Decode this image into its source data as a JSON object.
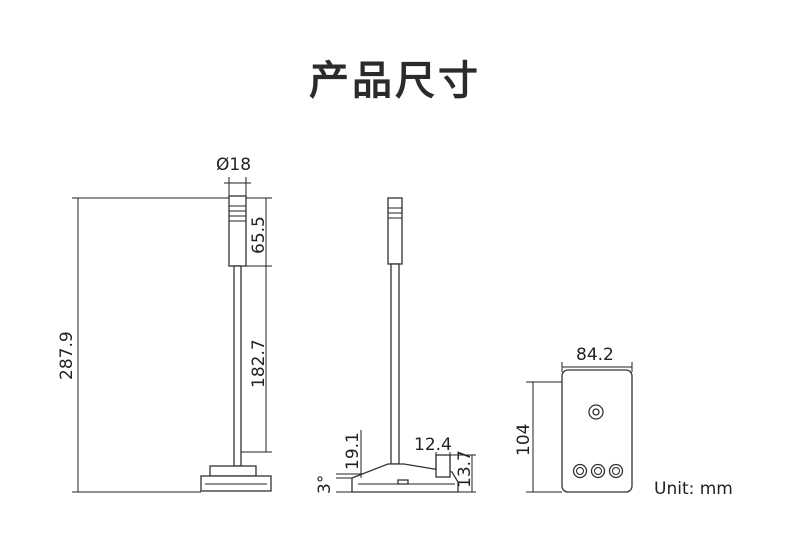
{
  "title": "产品尺寸",
  "unit_label": "Unit: mm",
  "front_view": {
    "diameter": "Ø18",
    "head_height": "65.5",
    "stem_height": "182.7",
    "total_height": "287.9"
  },
  "side_view": {
    "base_height": "19.1",
    "connector_width": "12.4",
    "connector_height": "13.7",
    "tilt_angle": "3°"
  },
  "bottom_view": {
    "width": "84.2",
    "height": "104"
  }
}
